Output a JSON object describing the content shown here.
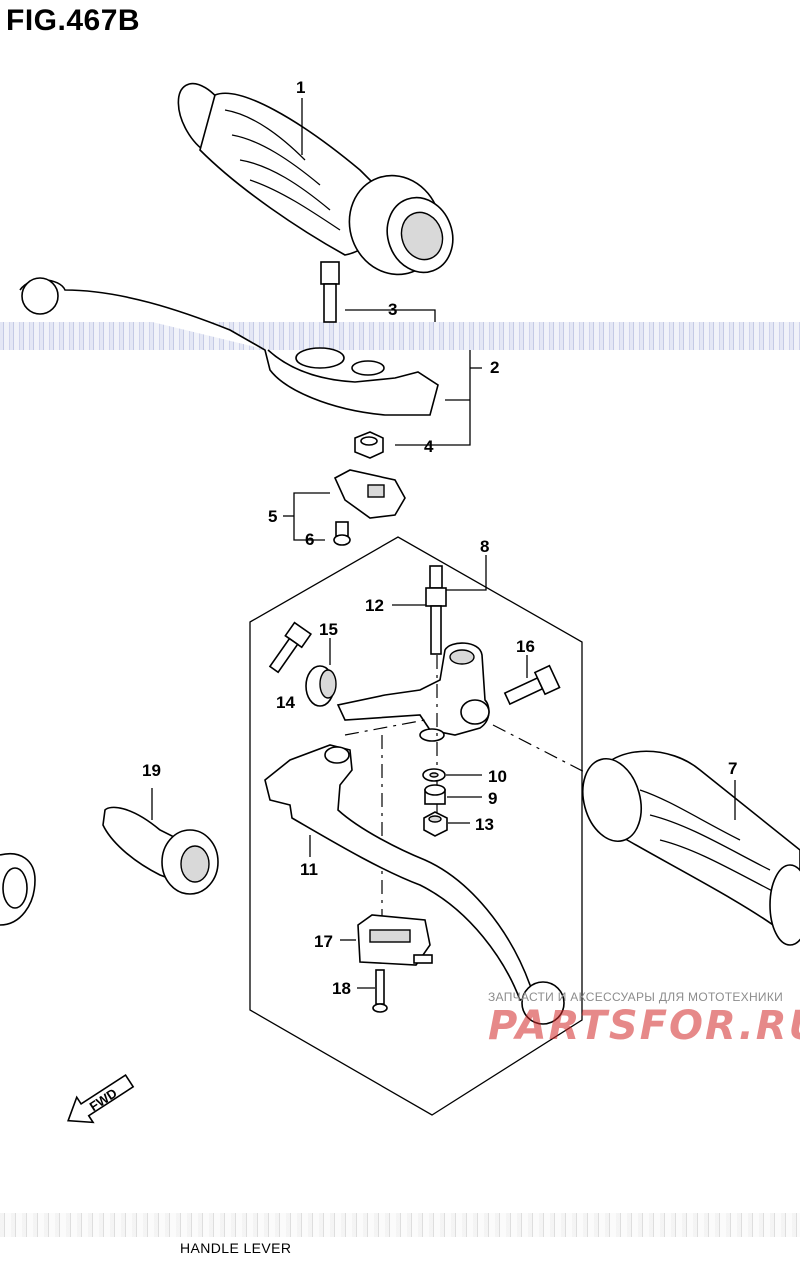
{
  "figure": {
    "title": "FIG.467B",
    "caption": "HANDLE LEVER"
  },
  "callouts": [
    "1",
    "2",
    "3",
    "4",
    "5",
    "6",
    "7",
    "8",
    "9",
    "10",
    "11",
    "12",
    "13",
    "14",
    "15",
    "16",
    "17",
    "18",
    "19"
  ],
  "fwd_label": "FWD",
  "watermark": {
    "text": "ЗАПЧАСТИ И АКСЕССУАРЫ ДЛЯ МОТОТЕХНИКИ",
    "logo": "PARTSFOR.RU"
  },
  "colors": {
    "line": "#000000",
    "background": "#ffffff",
    "watermark": "#d22828"
  }
}
